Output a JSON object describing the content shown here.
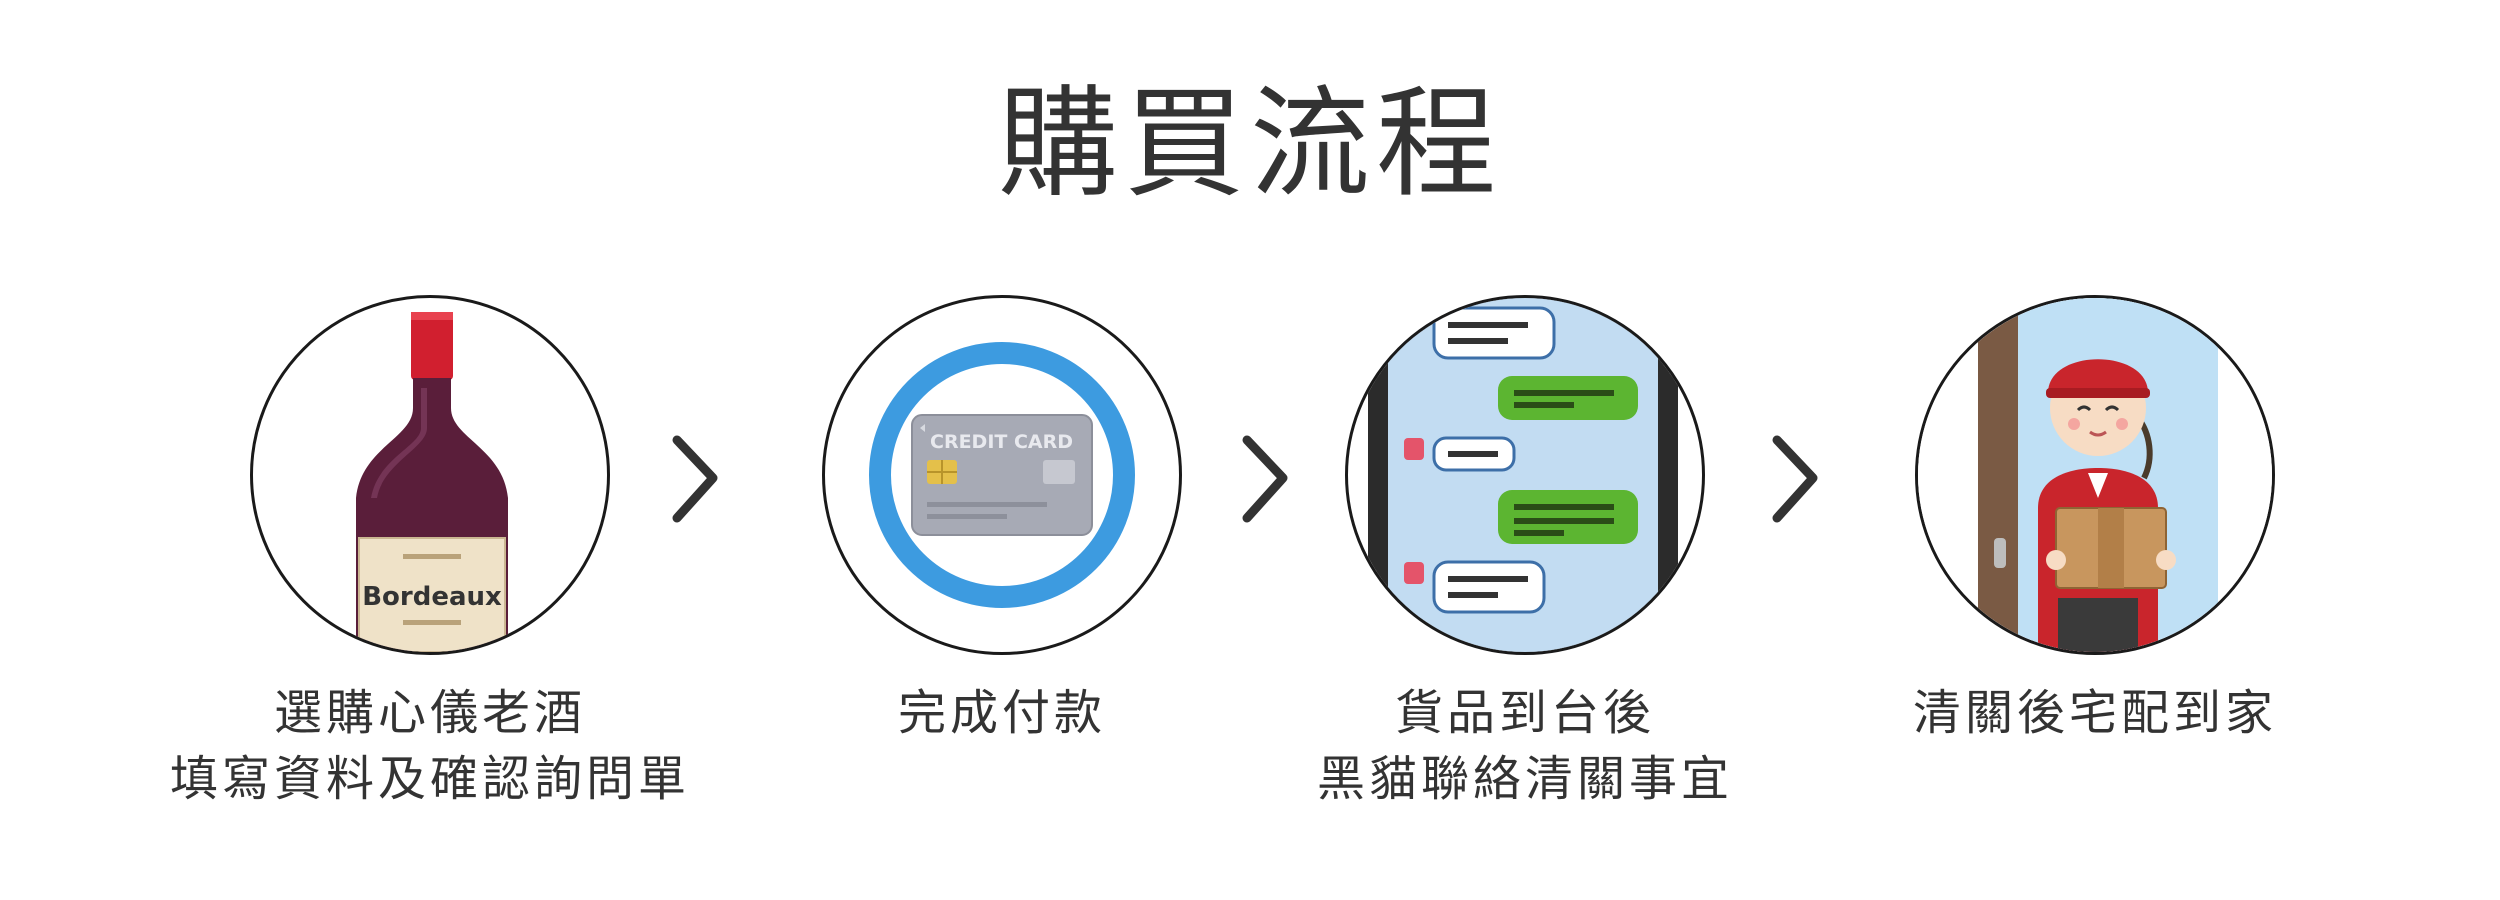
{
  "title": "購買流程",
  "steps": [
    {
      "icon": "wine-bottle-icon",
      "label_lines": [
        "選購心儀老酒",
        "填寫資料及確認詢問單"
      ],
      "bottle_label": "Bordeaux"
    },
    {
      "icon": "credit-card-icon",
      "label_lines": [
        "完成付款"
      ],
      "card_text": "CREDIT CARD"
    },
    {
      "icon": "chat-messages-icon",
      "label_lines": [
        "貨品到台後",
        "黑貓聯絡清關事宜"
      ]
    },
    {
      "icon": "delivery-person-icon",
      "label_lines": [
        "清關後宅配到家"
      ]
    }
  ],
  "arrows": [
    "chevron-right-icon",
    "chevron-right-icon",
    "chevron-right-icon"
  ],
  "colors": {
    "text": "#333333",
    "card_ring": "#3d9be0",
    "chat_green": "#5cb531",
    "wine_red": "#d11f2f",
    "delivery_red": "#c9252c"
  }
}
